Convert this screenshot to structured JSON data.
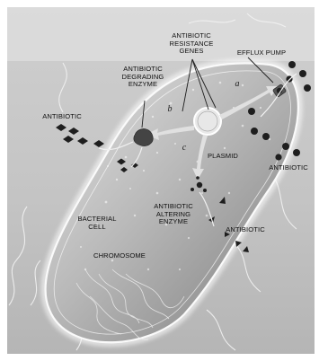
{
  "labels": {
    "antibiotic_resistance_genes": [
      "ANTIBIOTIC",
      "RESISTANCE",
      "GENES"
    ],
    "antibiotic_degrading_enzyme": [
      "ANTIBIOTIC",
      "DEGRADING",
      "ENZYME"
    ],
    "efflux_pump": "EFFLUX PUMP",
    "antibiotic_left": "ANTIBIOTIC",
    "antibiotic_right": "ANTIBIOTIC",
    "antibiotic_bottom": "ANTIBIOTIC",
    "plasmid": "PLASMID",
    "antibiotic_altering_enzyme": [
      "ANTIBIOTIC",
      "ALTERING",
      "ENZYME"
    ],
    "bacterial_cell": [
      "BACTERIAL",
      "CELL"
    ],
    "chromosome": "CHROMOSOME",
    "pathway_a": "a",
    "pathway_b": "b",
    "pathway_c": "c"
  },
  "colors": {
    "background": "#ffffff",
    "cytoplasm_light": "#d9d9d9",
    "cytoplasm_dark": "#8e8e8e",
    "membrane_glow": "#f5f5f5",
    "outer_halo": "#9a9a9a",
    "molecule": "#1e1e1e"
  }
}
